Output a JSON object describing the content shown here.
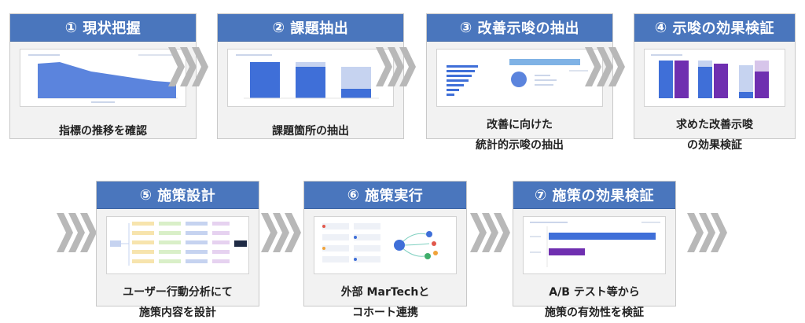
{
  "steps": [
    {
      "number": "①",
      "title": "現状把握",
      "caption": [
        "指標の推移を確認"
      ]
    },
    {
      "number": "②",
      "title": "課題抽出",
      "caption": [
        "課題箇所の抽出"
      ]
    },
    {
      "number": "③",
      "title": "改善示唆の抽出",
      "caption": [
        "改善に向けた",
        "統計的示唆の抽出"
      ]
    },
    {
      "number": "④",
      "title": "示唆の効果検証",
      "caption": [
        "求めた改善示唆",
        "の効果検証"
      ]
    },
    {
      "number": "⑤",
      "title": "施策設計",
      "caption": [
        "ユーザー行動分析にて",
        "施策内容を設計"
      ]
    },
    {
      "number": "⑥",
      "title": "施策実行",
      "caption": [
        "外部 MarTechと",
        "コホート連携"
      ]
    },
    {
      "number": "⑦",
      "title": "施策の効果検証",
      "caption": [
        "A/B テスト等から",
        "施策の有効性を検証"
      ]
    }
  ],
  "colors": {
    "header": "#4a76bd",
    "card_bg": "#f2f2f2",
    "bar_blue": "#3f6fd8",
    "bar_purple": "#6f2fb0",
    "bar_light": "#c6d3f0",
    "chevron": "#b8b8b8"
  },
  "icons": [
    "chevron-right-icon"
  ]
}
